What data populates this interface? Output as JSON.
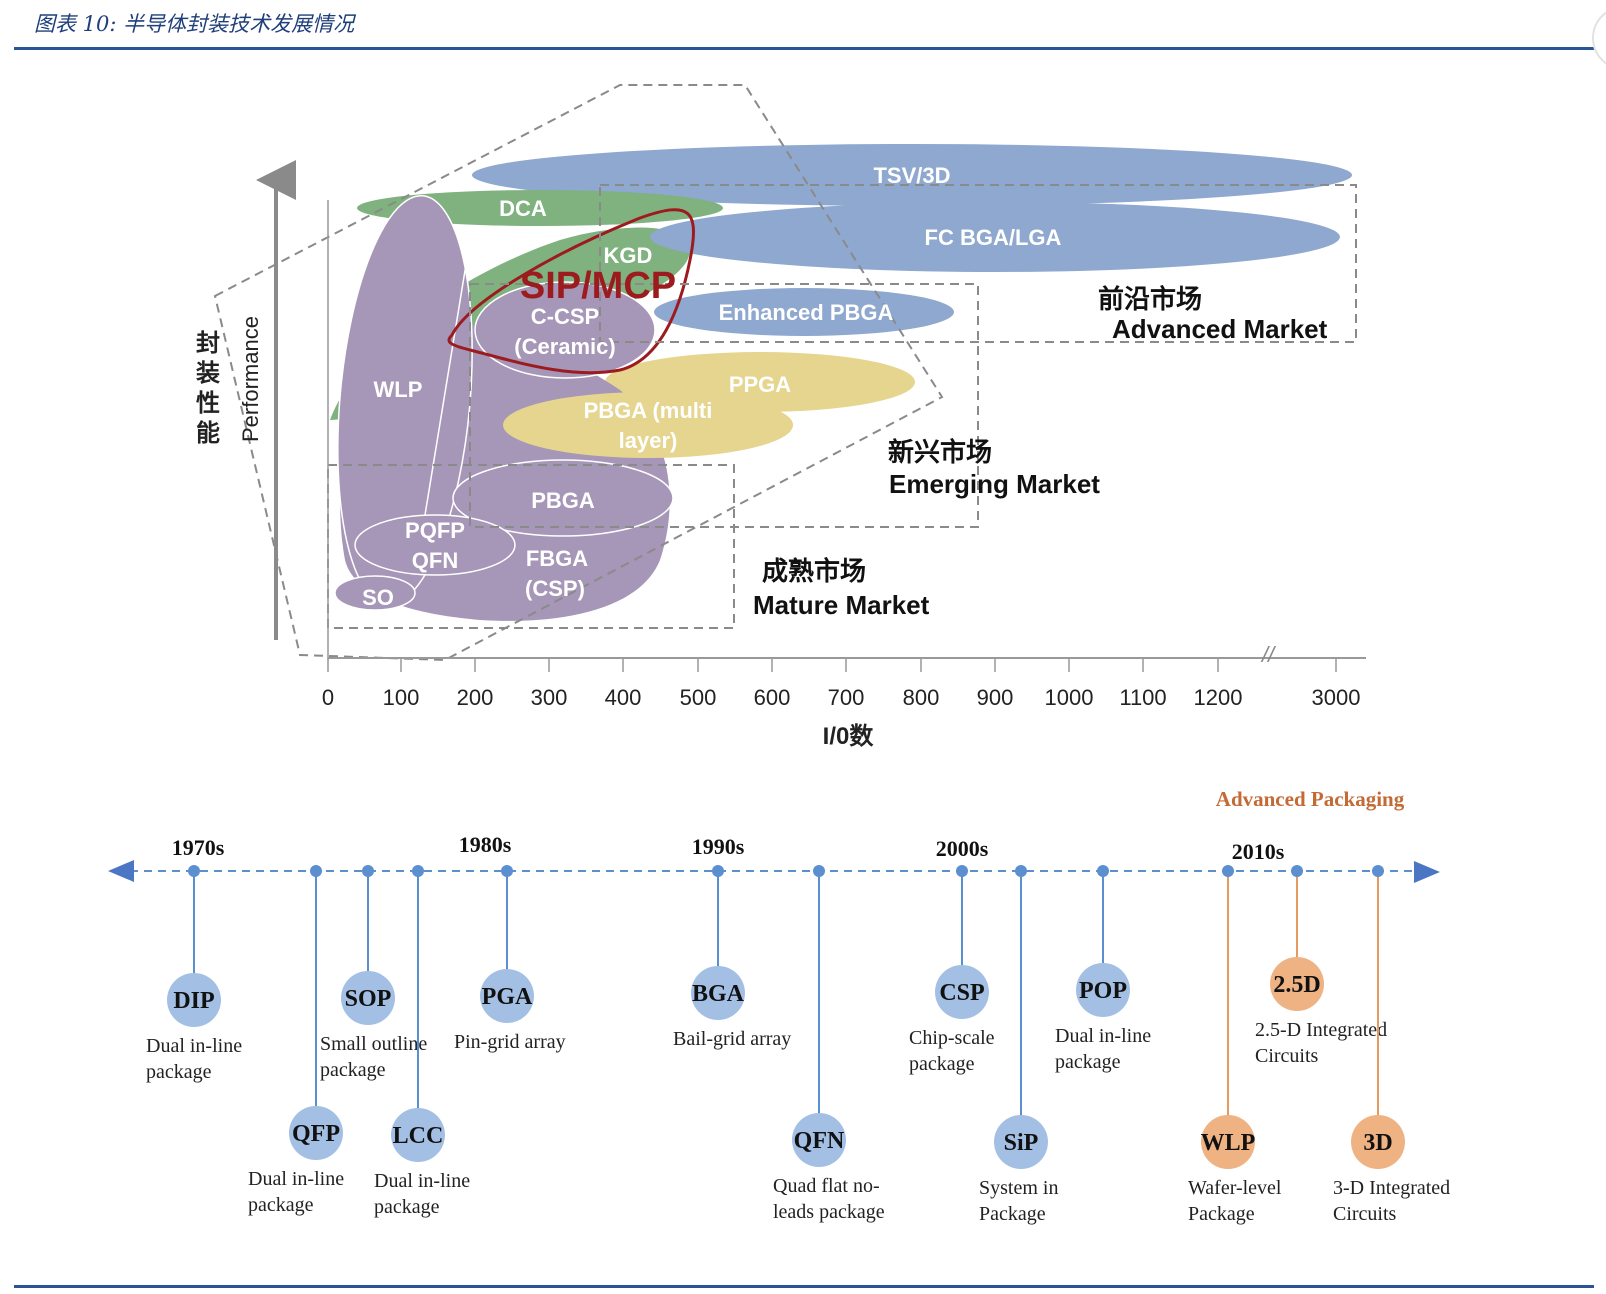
{
  "header": {
    "title": "图表 10:  半导体封装技术发展情况"
  },
  "colors": {
    "rule": "#2b5597",
    "purple": "#a696b7",
    "green": "#7fb27f",
    "blue": "#8fa8cf",
    "yellow": "#e5d58e",
    "sip_outline": "#9c1b1f",
    "timeline_blue": "#5b8fd0",
    "node_blue": "#a3c0e4",
    "node_orange": "#eeb283",
    "orange_line": "#e39a63",
    "advanced_text": "#c46a35"
  },
  "diagram": {
    "y_axis_label_cn": "封装性能",
    "y_axis_label_en": "Performance",
    "x_axis_label": "I/0数",
    "x_ticks": [
      "0",
      "100",
      "200",
      "300",
      "400",
      "500",
      "600",
      "700",
      "800",
      "900",
      "1000",
      "1100",
      "1200",
      "3000"
    ],
    "axis_break": "//",
    "bubbles": [
      {
        "id": "tsv",
        "label": "TSV/3D",
        "color": "blue"
      },
      {
        "id": "dca",
        "label": "DCA",
        "color": "green"
      },
      {
        "id": "fcbga",
        "label": "FC BGA/LGA",
        "color": "blue"
      },
      {
        "id": "kgd",
        "label": "KGD",
        "color": "green"
      },
      {
        "id": "sip",
        "label": "SIP/MCP",
        "color": "sip_outline"
      },
      {
        "id": "ccsp",
        "label_line1": "C-CSP",
        "label_line2": "(Ceramic)",
        "color": "purple"
      },
      {
        "id": "epbga",
        "label": "Enhanced PBGA",
        "color": "blue"
      },
      {
        "id": "wlp",
        "label": "WLP",
        "color": "purple"
      },
      {
        "id": "ppga",
        "label": "PPGA",
        "color": "yellow"
      },
      {
        "id": "pbgam",
        "label_line1": "PBGA (multi",
        "label_line2": "layer)",
        "color": "yellow"
      },
      {
        "id": "pbga",
        "label": "PBGA",
        "color": "purple"
      },
      {
        "id": "pqfp",
        "label_line1": "PQFP",
        "label_line2": "QFN",
        "color": "purple"
      },
      {
        "id": "fbga",
        "label_line1": "FBGA",
        "label_line2": "(CSP)",
        "color": "purple"
      },
      {
        "id": "so",
        "label": "SO",
        "color": "purple"
      }
    ],
    "markets": {
      "advanced_cn": "前沿市场",
      "advanced_en": "Advanced Market",
      "emerging_cn": "新兴市场",
      "emerging_en": "Emerging Market",
      "mature_cn": "成熟市场",
      "mature_en": "Mature Market"
    }
  },
  "timeline": {
    "advanced_label": "Advanced Packaging",
    "decades": [
      "1970s",
      "1980s",
      "1990s",
      "2000s",
      "2010s"
    ],
    "nodes": [
      {
        "abbr": "DIP",
        "line1": "Dual in-line",
        "line2": "package",
        "kind": "blue"
      },
      {
        "abbr": "QFP",
        "line1": "Dual in-line",
        "line2": "package",
        "kind": "blue"
      },
      {
        "abbr": "SOP",
        "line1": "Small outline",
        "line2": "package",
        "kind": "blue"
      },
      {
        "abbr": "LCC",
        "line1": "Dual in-line",
        "line2": "package",
        "kind": "blue"
      },
      {
        "abbr": "PGA",
        "line1": "Pin-grid array",
        "line2": "",
        "kind": "blue"
      },
      {
        "abbr": "BGA",
        "line1": "Bail-grid array",
        "line2": "",
        "kind": "blue"
      },
      {
        "abbr": "QFN",
        "line1": "Quad  flat  no-",
        "line2": "leads package",
        "kind": "blue"
      },
      {
        "abbr": "CSP",
        "line1": "Chip-scale",
        "line2": "package",
        "kind": "blue"
      },
      {
        "abbr": "SiP",
        "line1": "System   in",
        "line2": "Package",
        "kind": "blue"
      },
      {
        "abbr": "POP",
        "line1": "Dual in-line",
        "line2": "package",
        "kind": "blue"
      },
      {
        "abbr": "WLP",
        "line1": "Wafer-level",
        "line2": "Package",
        "kind": "orange"
      },
      {
        "abbr": "2.5D",
        "line1": "2.5-D  Integrated",
        "line2": "Circuits",
        "kind": "orange"
      },
      {
        "abbr": "3D",
        "line1": "3-D Integrated",
        "line2": "Circuits",
        "kind": "orange"
      }
    ]
  }
}
